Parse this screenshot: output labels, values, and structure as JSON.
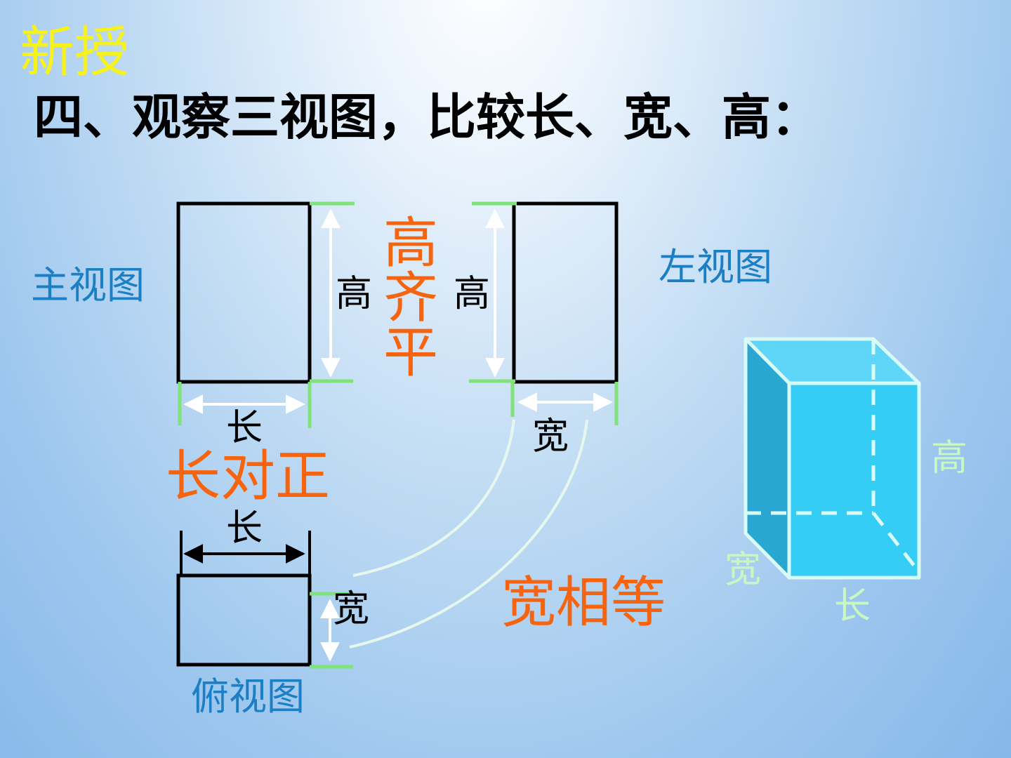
{
  "slide": {
    "tag": "新授",
    "heading": "四、观察三视图，比较长、宽、高："
  },
  "views": {
    "front": "主视图",
    "left": "左视图",
    "top": "俯视图"
  },
  "dimensions": {
    "front_height": "高",
    "left_height": "高",
    "front_length": "长",
    "top_length": "长",
    "left_width": "宽",
    "top_width": "宽"
  },
  "rules": {
    "height_rule": "高齐平",
    "length_rule": "长对正",
    "width_rule": "宽相等"
  },
  "box": {
    "height": "高",
    "width": "宽",
    "length": "长"
  },
  "colors": {
    "tag": "#f6f21a",
    "view_label": "#1a7fc4",
    "rule": "#f7640f",
    "guide": "#7fe37a",
    "box_front": "#35cdf6",
    "box_side": "#2aa6d3",
    "box_top": "#5fd6f8",
    "box_label": "#c8f7c4"
  }
}
